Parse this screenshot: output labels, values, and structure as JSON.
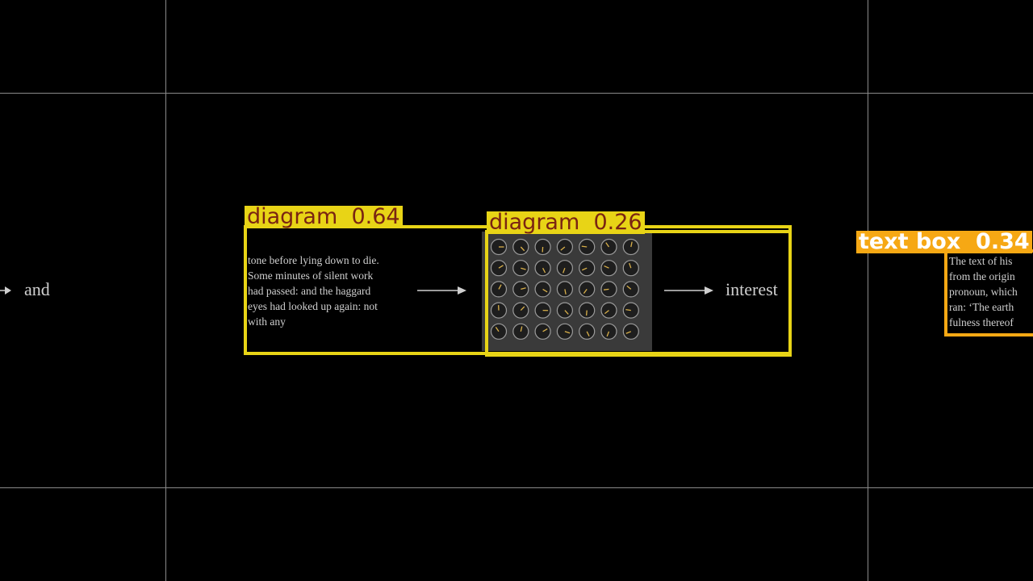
{
  "scene": {
    "left_word": "and",
    "right_word": "interest",
    "text_snippet_left": [
      "tone before lying down to die.",
      "Some minutes of silent work",
      "had passed: and the haggard",
      "eyes had looked up again: not",
      "with any"
    ],
    "text_snippet_right": [
      "The text of his",
      "from the origin",
      "pronoun, which",
      "ran: ‘The earth",
      "fulness thereof"
    ],
    "dial_grid": {
      "rows": 5,
      "cols": 7
    }
  },
  "detections": [
    {
      "label": "diagram",
      "score": "0.64",
      "color": "#e8d416"
    },
    {
      "label": "diagram",
      "score": "0.26",
      "color": "#e8d416"
    },
    {
      "label": "text box",
      "score": "0.34",
      "color": "#f6a814"
    }
  ],
  "colors": {
    "background": "#000000",
    "grid": "#8a8a8a",
    "diagram_box": "#e8d416",
    "textbox_box": "#f6a814",
    "label_text": "#7a2412"
  }
}
